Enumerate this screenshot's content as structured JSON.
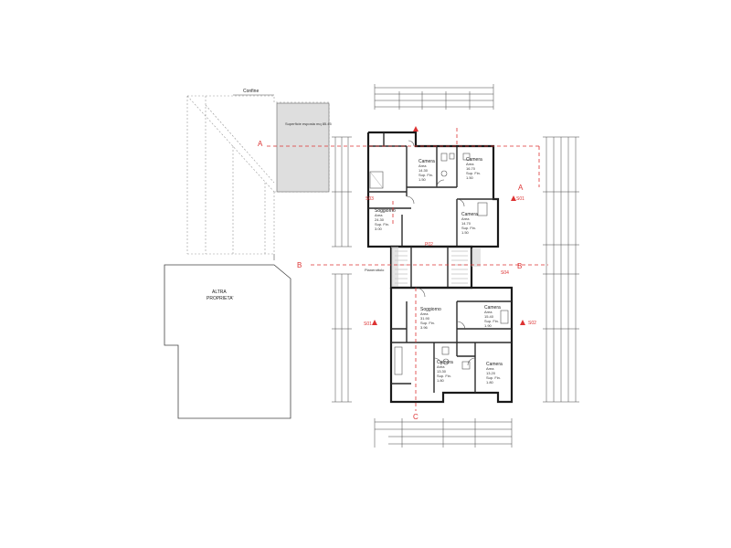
{
  "labels": {
    "confine": "Confine",
    "altra_line1": "ALTRA",
    "altra_line2": "PROPRIETA'",
    "pianerottolo": "Pianerottolo",
    "section_a": "A",
    "section_b": "B",
    "section_c": "C",
    "mark_b": "B",
    "mark_a": "A",
    "p02": "P02",
    "s01a": "S01",
    "s01b": "S01",
    "s02": "S02",
    "s03": "S03",
    "s04": "S04",
    "terrace": "Superficie esposta mq 85.45"
  },
  "rooms": [
    {
      "key": "camera1",
      "l1": "Camera",
      "l2": "Area",
      "l3": "14.30",
      "l4": "Sup. Fin.",
      "l5": "1.50"
    },
    {
      "key": "camera2",
      "l1": "Camera",
      "l2": "Area",
      "l3": "16.70",
      "l4": "Sup. Fin.",
      "l5": "1.50"
    },
    {
      "key": "camera3",
      "l1": "Camera",
      "l2": "Area",
      "l3": "14.70",
      "l4": "Sup. Fin.",
      "l5": "1.50"
    },
    {
      "key": "soggiorno1",
      "l1": "Soggiorno",
      "l2": "Area",
      "l3": "24.30",
      "l4": "Sup. Fin.",
      "l5": "3.00"
    },
    {
      "key": "soggiorno2",
      "l1": "Soggiorno",
      "l2": "Area",
      "l3": "31.90",
      "l4": "Sup. Fin.",
      "l5": "3.96"
    },
    {
      "key": "camera4",
      "l1": "Camera",
      "l2": "Area",
      "l3": "15.40",
      "l4": "Sup. Fin.",
      "l5": "1.90"
    },
    {
      "key": "camera5",
      "l1": "Camera",
      "l2": "Area",
      "l3": "13.30",
      "l4": "Sup. Fin.",
      "l5": "1.80"
    },
    {
      "key": "camera6",
      "l1": "Camera",
      "l2": "Area",
      "l3": "13.20",
      "l4": "Sup. Fin.",
      "l5": "1.80"
    }
  ]
}
